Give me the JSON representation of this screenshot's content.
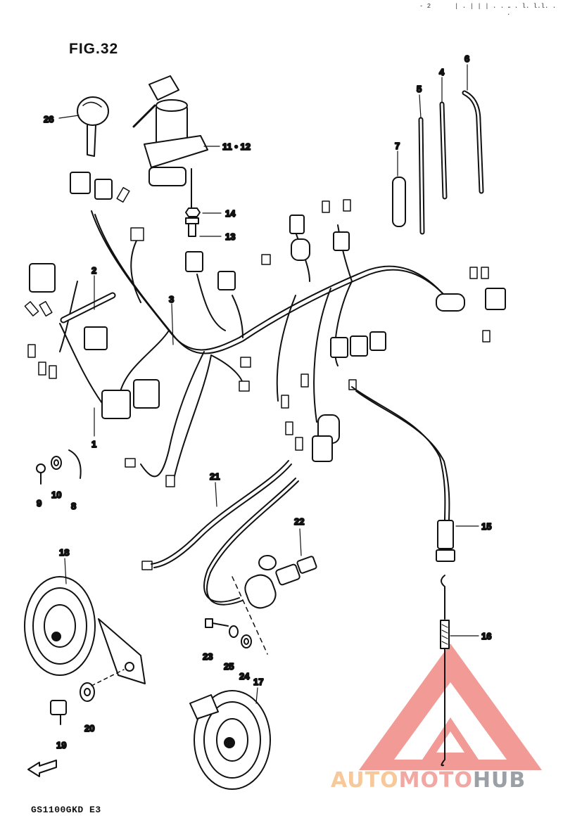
{
  "header": {
    "marks_left": "- 2",
    "marks_mid": "| . | | | . . .",
    "marks_right": ". . l. l.l. . ."
  },
  "figure": {
    "title": "FIG.32",
    "model_code": "GS1100GKD E3"
  },
  "callouts": [
    {
      "id": "26",
      "label": "26"
    },
    {
      "id": "11-12",
      "label": "11 • 12"
    },
    {
      "id": "14",
      "label": "14"
    },
    {
      "id": "13",
      "label": "13"
    },
    {
      "id": "7",
      "label": "7"
    },
    {
      "id": "5",
      "label": "5"
    },
    {
      "id": "4",
      "label": "4"
    },
    {
      "id": "6",
      "label": "6"
    },
    {
      "id": "2",
      "label": "2"
    },
    {
      "id": "3",
      "label": "3"
    },
    {
      "id": "1",
      "label": "1"
    },
    {
      "id": "9",
      "label": "9"
    },
    {
      "id": "10",
      "label": "10"
    },
    {
      "id": "8",
      "label": "8"
    },
    {
      "id": "21",
      "label": "21"
    },
    {
      "id": "22",
      "label": "22"
    },
    {
      "id": "15",
      "label": "15"
    },
    {
      "id": "16",
      "label": "16"
    },
    {
      "id": "18",
      "label": "18"
    },
    {
      "id": "17",
      "label": "17"
    },
    {
      "id": "23",
      "label": "23"
    },
    {
      "id": "25",
      "label": "25"
    },
    {
      "id": "24",
      "label": "24"
    },
    {
      "id": "20",
      "label": "20"
    },
    {
      "id": "19",
      "label": "19"
    }
  ],
  "watermark": {
    "word_auto": "AUTO",
    "word_moto": "MOTO",
    "word_hub": "HUB",
    "colors": {
      "triangle": "#f08a84",
      "auto": "#f7c99a",
      "moto": "#f2a7a2",
      "hub": "#9aa0a6"
    }
  },
  "colors": {
    "ink": "#111111",
    "paper": "#ffffff"
  }
}
